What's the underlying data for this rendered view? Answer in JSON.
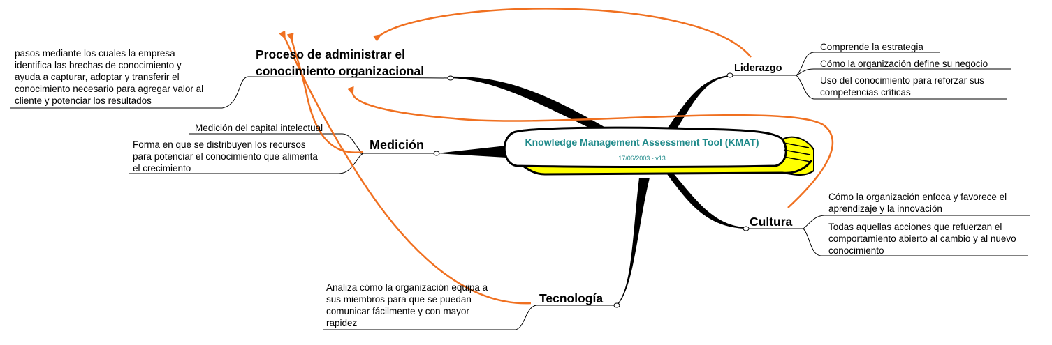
{
  "central": {
    "title": "Knowledge Management Assessment Tool (KMAT)",
    "subtitle": "17/06/2003 - v13"
  },
  "branches": {
    "proceso": {
      "title_line1": "Proceso de administrar el",
      "title_line2": "conocimiento organizacional",
      "note": [
        "pasos mediante los cuales la empresa",
        "identifica las brechas de conocimiento y",
        "ayuda a capturar, adoptar y transferir el",
        "conocimiento necesario para agregar valor al",
        "cliente y potenciar los resultados"
      ]
    },
    "medicion": {
      "title": "Medición",
      "item1": "Medición del capital intelectual",
      "item2": [
        "Forma en que se distribuyen los recursos",
        "para potenciar el conocimiento que alimenta",
        "el crecimiento"
      ]
    },
    "tecnologia": {
      "title": "Tecnología",
      "note": [
        "Analiza cómo la organización equipa a",
        "sus miembros para que se puedan",
        "comunicar fácilmente y con mayor",
        "rapidez"
      ]
    },
    "liderazgo": {
      "title": "Liderazgo",
      "item1": "Comprende la estrategia",
      "item2": "Cómo la organización define su negocio",
      "item3": [
        "Uso del conocimiento para reforzar sus",
        "competencias críticas"
      ]
    },
    "cultura": {
      "title": "Cultura",
      "item1": [
        "Cómo la organización enfoca y favorece el",
        "aprendizaje y la innovación"
      ],
      "item2": [
        "Todas aquellas acciones que refuerzan el",
        "comportamiento abierto al cambio y al nuevo",
        "conocimiento"
      ]
    }
  },
  "colors": {
    "arrow": "#f07020",
    "branch_fill": "#000000",
    "book_yellow": "#ffff00",
    "center_text": "#1f8a8a"
  }
}
